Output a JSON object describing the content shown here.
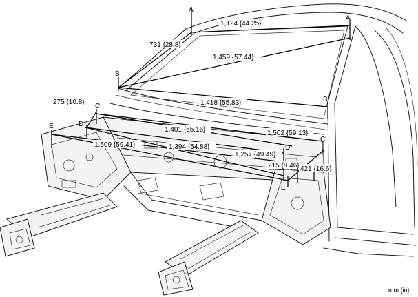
{
  "points": {
    "A": "A",
    "A_prime": "A'",
    "B": "B",
    "B_prime": "B'",
    "C": "C",
    "C_prime": "C'",
    "D": "D",
    "D_prime": "D'",
    "E": "E",
    "E_prime": "E'"
  },
  "dimensions": {
    "a_a_prime": "1,124 {44.25}",
    "a_b": "731 {28.8}",
    "b_a_prime": "1,459 {57.44}",
    "b_b_prime": "1,418 {55.83}",
    "c_c_prime": "1,502 {59.13}",
    "c_d_prime": "1,401 {55.16}",
    "d_d_prime": "1,394 {54.88}",
    "e_d_prime": "1,509 {59.41}",
    "d_e_prime": "1,257 {49.49}",
    "e_e_prime": "215 {8.46}",
    "c_prime_e_prime": "421 {16.6}",
    "c_d": "275 {10.8}"
  },
  "unit_note": "mm {in}"
}
